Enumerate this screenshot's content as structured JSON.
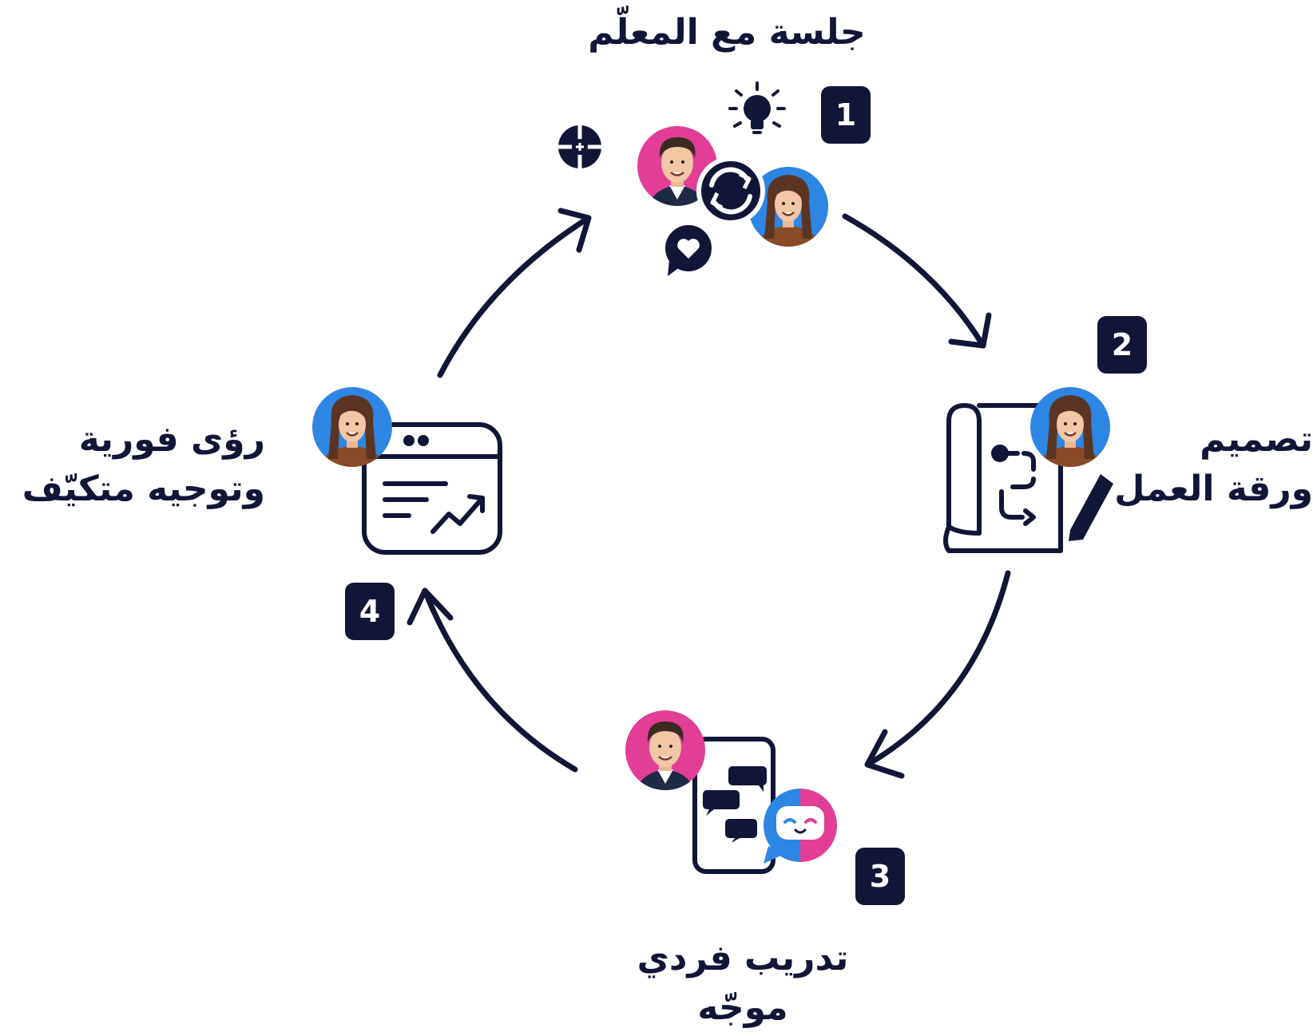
{
  "colors": {
    "ink": "#111536",
    "pink": "#E23E96",
    "blue": "#2E86E4",
    "skin": "#F2C7A6",
    "hair_dark": "#3A2A22",
    "hair_brown": "#5A3524",
    "jacket_brown": "#8A4A26",
    "white": "#FFFFFF"
  },
  "steps": [
    {
      "number": "1",
      "lines": [
        "جلسة مع المعلّم"
      ],
      "icons": [
        "target-icon",
        "lightbulb-icon",
        "heart-chat-icon",
        "sync-icon",
        "teacher-avatar",
        "student-avatar"
      ]
    },
    {
      "number": "2",
      "lines": [
        "تصميم",
        "ورقة العمل"
      ],
      "icons": [
        "worksheet-scroll-icon",
        "pencil-icon",
        "student-avatar"
      ]
    },
    {
      "number": "3",
      "lines": [
        "تدريب فردي",
        "موجّه"
      ],
      "icons": [
        "chat-phone-icon",
        "bot-chat-icon",
        "teacher-avatar"
      ]
    },
    {
      "number": "4",
      "lines": [
        "رؤى فورية",
        "وتوجيه متكيّف"
      ],
      "icons": [
        "analytics-window-icon",
        "trend-arrow-icon",
        "student-avatar"
      ]
    }
  ],
  "cycle_arrows": [
    "arrow-1-to-2",
    "arrow-2-to-3",
    "arrow-3-to-4",
    "arrow-4-to-1"
  ]
}
